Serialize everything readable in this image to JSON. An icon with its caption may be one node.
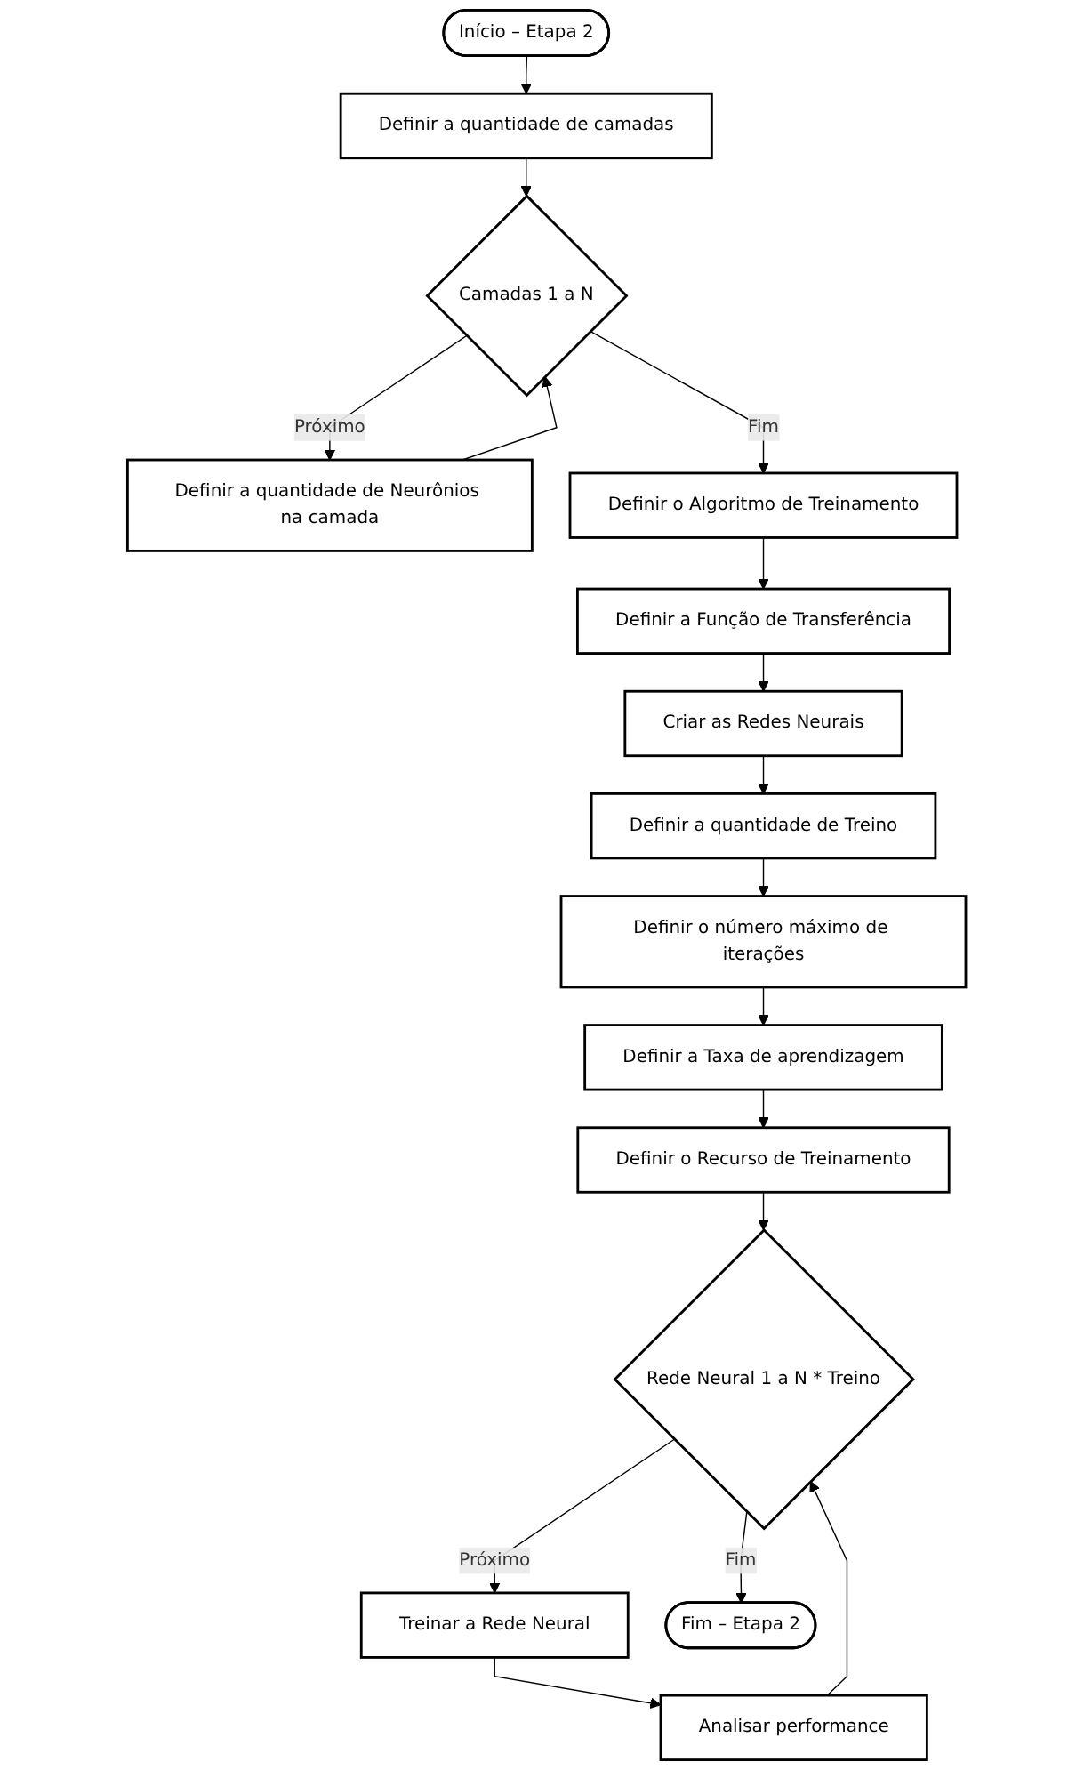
{
  "diagram": {
    "nodes": [
      {
        "text": [
          "Início – Etapa 2"
        ]
      },
      {
        "text": [
          "Definir a quantidade de camadas"
        ]
      },
      {
        "text": [
          "Camadas 1 a N"
        ]
      },
      {
        "text": [
          "Definir a quantidade de Neurônios na camada"
        ]
      },
      {
        "text": [
          "Definir o Algoritmo de Treinamento"
        ]
      },
      {
        "text": [
          "Definir a Função de Transferência"
        ]
      },
      {
        "text": [
          "Criar as Redes Neurais"
        ]
      },
      {
        "text": [
          "Definir a quantidade de Treino"
        ]
      },
      {
        "text": [
          "Definir o número máximo de iterações"
        ]
      },
      {
        "text": [
          "Definir a Taxa de aprendizagem"
        ]
      },
      {
        "text": [
          "Definir o Recurso de Treinamento"
        ]
      },
      {
        "text": [
          "Rede Neural 1 a N * Treino"
        ]
      },
      {
        "text": [
          "Treinar a Rede Neural"
        ]
      },
      {
        "text": [
          "Analisar performance"
        ]
      },
      {
        "text": [
          "Fim – Etapa 2"
        ]
      }
    ],
    "edges": [
      {
        "from": 0,
        "to": 1,
        "arrow": "to"
      },
      {
        "from": 1,
        "to": 2,
        "arrow": "to"
      },
      {
        "from": 2,
        "to": 3,
        "label": "Próximo",
        "arrow": "to"
      },
      {
        "from": 3,
        "to": 2,
        "arrow": "to"
      },
      {
        "from": 2,
        "to": 4,
        "label": "Fim",
        "arrow": "to"
      },
      {
        "from": 4,
        "to": 5,
        "arrow": "to"
      },
      {
        "from": 5,
        "to": 6,
        "arrow": "to"
      },
      {
        "from": 6,
        "to": 7,
        "arrow": "to"
      },
      {
        "from": 7,
        "to": 8,
        "arrow": "to"
      },
      {
        "from": 8,
        "to": 9,
        "arrow": "to"
      },
      {
        "from": 9,
        "to": 10,
        "arrow": "to"
      },
      {
        "from": 10,
        "to": 11,
        "arrow": "to"
      },
      {
        "from": 11,
        "to": 12,
        "label": "Próximo",
        "arrow": "to"
      },
      {
        "from": 12,
        "to": 13,
        "arrow": "to"
      },
      {
        "from": 13,
        "to": 11,
        "arrow": "to"
      },
      {
        "from": 11,
        "to": 14,
        "label": "Fim",
        "arrow": "to"
      }
    ]
  }
}
